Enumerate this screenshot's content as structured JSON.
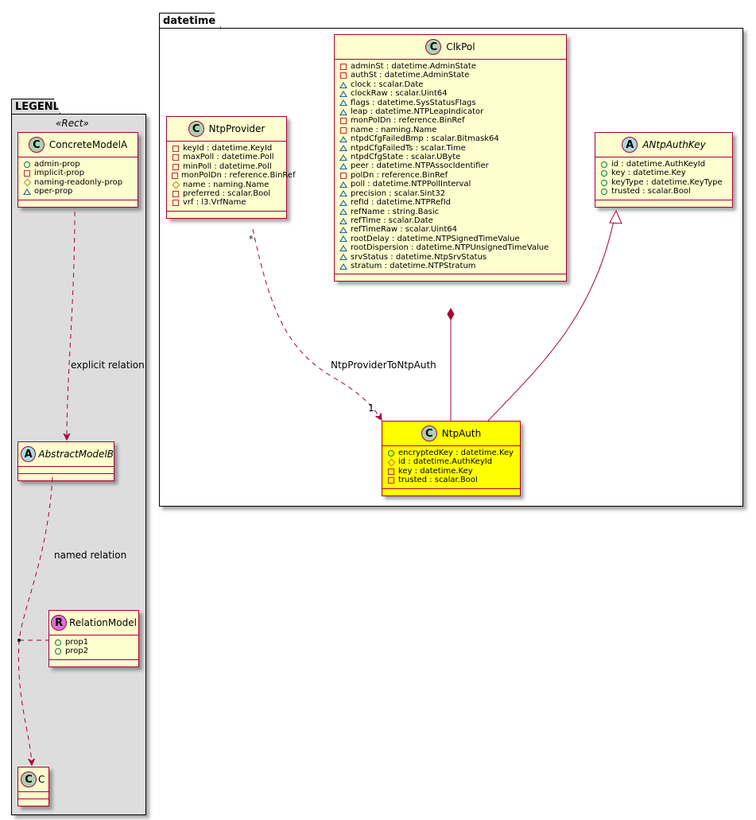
{
  "legend": {
    "title": "LEGEND",
    "stereotype": "«Rect»",
    "concrete_model": {
      "badge": "C",
      "name": "ConcreteModelA",
      "attributes": [
        {
          "visibility": "public",
          "text": "admin-prop"
        },
        {
          "visibility": "private",
          "text": "implicit-prop"
        },
        {
          "visibility": "protected",
          "text": "naming-readonly-prop"
        },
        {
          "visibility": "package",
          "text": "oper-prop"
        }
      ]
    },
    "abstract_model": {
      "badge": "A",
      "name": "AbstractModelB"
    },
    "relation_model": {
      "badge": "R",
      "name": "RelationModel",
      "attributes": [
        {
          "visibility": "public",
          "text": "prop1"
        },
        {
          "visibility": "public",
          "text": "prop2"
        }
      ]
    },
    "c_model": {
      "badge": "C",
      "name": "C"
    },
    "explicit_relation_label": "explicit relation",
    "named_relation_label": "named relation"
  },
  "package": {
    "title": "datetime",
    "ntp_provider": {
      "badge": "C",
      "name": "NtpProvider",
      "attributes": [
        {
          "visibility": "private",
          "text": "keyId : datetime.KeyId"
        },
        {
          "visibility": "private",
          "text": "maxPoll : datetime.Poll"
        },
        {
          "visibility": "private",
          "text": "minPoll : datetime.Poll"
        },
        {
          "visibility": "private",
          "text": "monPolDn : reference.BinRef"
        },
        {
          "visibility": "protected",
          "text": "name : naming.Name"
        },
        {
          "visibility": "private",
          "text": "preferred : scalar.Bool"
        },
        {
          "visibility": "private",
          "text": "vrf : l3.VrfName"
        }
      ]
    },
    "clk_pol": {
      "badge": "C",
      "name": "ClkPol",
      "attributes": [
        {
          "visibility": "private",
          "text": "adminSt : datetime.AdminState"
        },
        {
          "visibility": "private",
          "text": "authSt : datetime.AdminState"
        },
        {
          "visibility": "package",
          "text": "clock : scalar.Date"
        },
        {
          "visibility": "package",
          "text": "clockRaw : scalar.Uint64"
        },
        {
          "visibility": "package",
          "text": "flags : datetime.SysStatusFlags"
        },
        {
          "visibility": "package",
          "text": "leap : datetime.NTPLeapIndicator"
        },
        {
          "visibility": "private",
          "text": "monPolDn : reference.BinRef"
        },
        {
          "visibility": "private",
          "text": "name : naming.Name"
        },
        {
          "visibility": "package",
          "text": "ntpdCfgFailedBmp : scalar.Bitmask64"
        },
        {
          "visibility": "package",
          "text": "ntpdCfgFailedTs : scalar.Time"
        },
        {
          "visibility": "package",
          "text": "ntpdCfgState : scalar.UByte"
        },
        {
          "visibility": "package",
          "text": "peer : datetime.NTPAssocIdentifier"
        },
        {
          "visibility": "private",
          "text": "polDn : reference.BinRef"
        },
        {
          "visibility": "package",
          "text": "poll : datetime.NTPPollInterval"
        },
        {
          "visibility": "package",
          "text": "precision : scalar.Sint32"
        },
        {
          "visibility": "package",
          "text": "refId : datetime.NTPRefId"
        },
        {
          "visibility": "package",
          "text": "refName : string.Basic"
        },
        {
          "visibility": "package",
          "text": "refTime : scalar.Date"
        },
        {
          "visibility": "package",
          "text": "refTimeRaw : scalar.Uint64"
        },
        {
          "visibility": "package",
          "text": "rootDelay : datetime.NTPSignedTimeValue"
        },
        {
          "visibility": "package",
          "text": "rootDispersion : datetime.NTPUnsignedTimeValue"
        },
        {
          "visibility": "package",
          "text": "srvStatus : datetime.NtpSrvStatus"
        },
        {
          "visibility": "package",
          "text": "stratum : datetime.NTPStratum"
        }
      ]
    },
    "ntp_auth_key": {
      "badge": "A",
      "name": "ANtpAuthKey",
      "attributes": [
        {
          "visibility": "public",
          "text": "id : datetime.AuthKeyId"
        },
        {
          "visibility": "public",
          "text": "key : datetime.Key"
        },
        {
          "visibility": "public",
          "text": "keyType : datetime.KeyType"
        },
        {
          "visibility": "public",
          "text": "trusted : scalar.Bool"
        }
      ]
    },
    "ntp_auth": {
      "badge": "C",
      "name": "NtpAuth",
      "highlight_color": "#FFFF00",
      "attributes": [
        {
          "visibility": "public",
          "text": "encryptedKey : datetime.Key"
        },
        {
          "visibility": "protected",
          "text": "id : datetime.AuthKeyId"
        },
        {
          "visibility": "private",
          "text": "key : datetime.Key"
        },
        {
          "visibility": "private",
          "text": "trusted : scalar.Bool"
        }
      ]
    },
    "relation_label": "NtpProviderToNtpAuth",
    "multiplicity_source": "*",
    "multiplicity_target": "1"
  },
  "colors": {
    "class_fill": "#FEFECE",
    "class_border": "#A80036",
    "legend_fill": "#DDDDDD",
    "highlight": "#FFFF00"
  }
}
